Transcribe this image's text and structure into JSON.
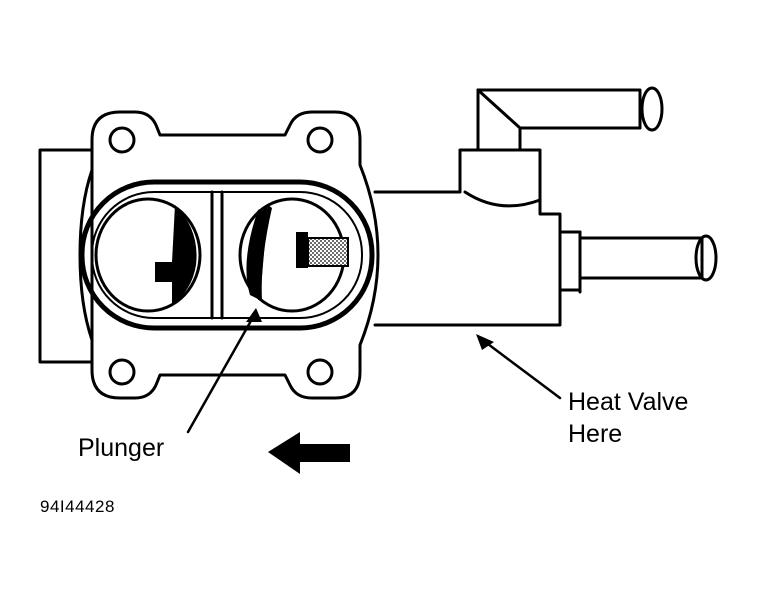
{
  "labels": {
    "plunger": "Plunger",
    "heat_valve_line1": "Heat Valve",
    "heat_valve_line2": "Here"
  },
  "figure_code": "94I44428",
  "colors": {
    "ink": "#000000",
    "paper": "#ffffff"
  },
  "icons": [
    "direction-arrow-left-icon"
  ]
}
